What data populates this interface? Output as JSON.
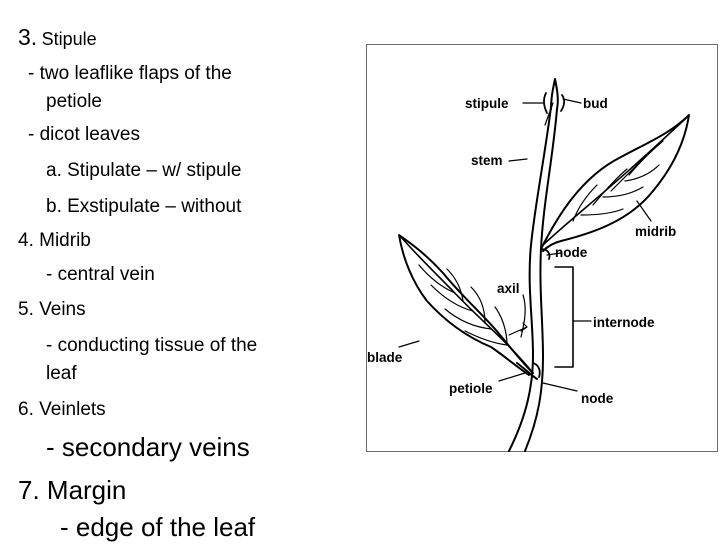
{
  "notes": {
    "stipule_heading": {
      "number": "3.",
      "title": "Stipule"
    },
    "stipule_def_line1": "- two leaflike flaps of the",
    "stipule_def_line2": "petiole",
    "dicot": "- dicot leaves",
    "stipulate": "a. Stipulate – w/ stipule",
    "exstipulate": "b. Exstipulate – without",
    "midrib_heading": "4. Midrib",
    "midrib_def": "- central vein",
    "veins_heading": "5. Veins",
    "veins_def_line1": "- conducting tissue of the",
    "veins_def_line2": "leaf",
    "veinlets_heading": "6. Veinlets",
    "veinlets_def": "- secondary veins",
    "margin_heading": "7. Margin",
    "margin_def": "- edge of the leaf"
  },
  "diagram": {
    "labels": {
      "stipule": "stipule",
      "bud": "bud",
      "stem": "stem",
      "midrib": "midrib",
      "node_upper": "node",
      "axil": "axil",
      "internode": "internode",
      "blade": "blade",
      "petiole": "petiole",
      "node_lower": "node"
    }
  }
}
